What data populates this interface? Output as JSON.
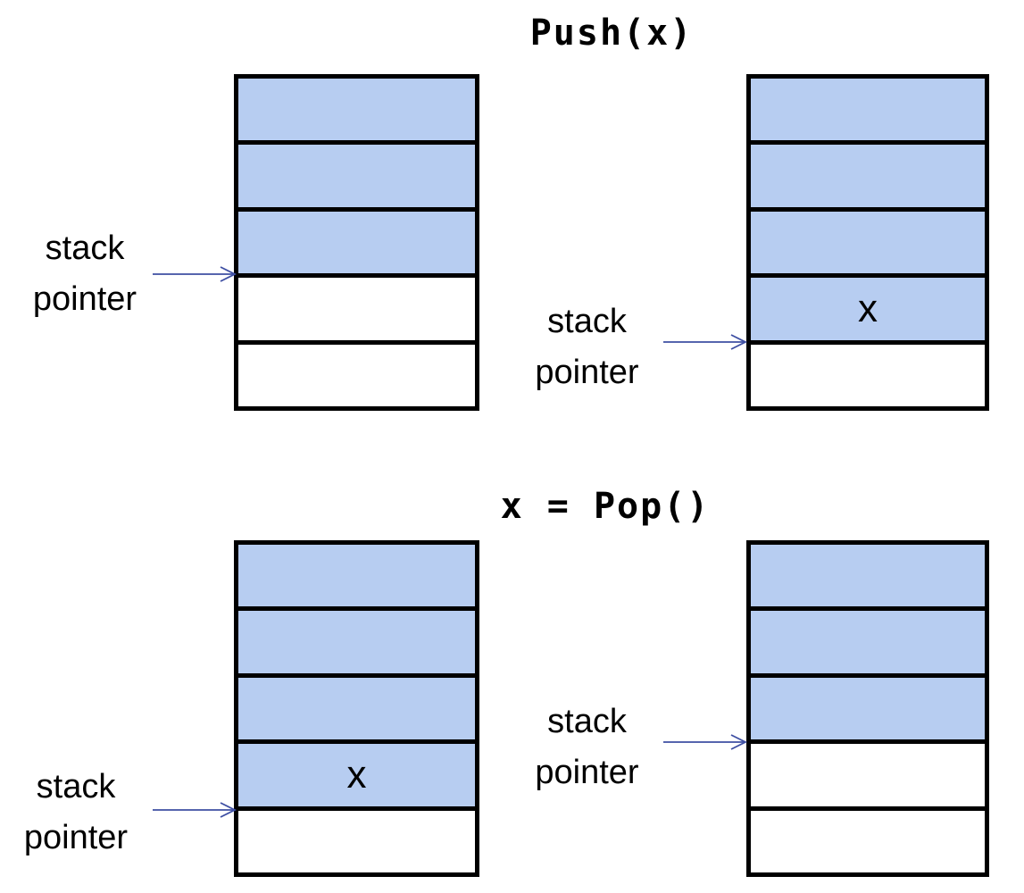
{
  "colors": {
    "background": "#ffffff",
    "cell_fill": "#b7cdf1",
    "cell_empty": "#ffffff",
    "stack_border": "#000000",
    "arrow": "#3e4fa3",
    "text": "#000000"
  },
  "pointer_label": {
    "line1": "stack",
    "line2": "pointer"
  },
  "sections": [
    {
      "title": "Push(x)",
      "stacks": [
        {
          "name": "push-before",
          "cells": [
            {
              "filled": true,
              "label": ""
            },
            {
              "filled": true,
              "label": ""
            },
            {
              "filled": true,
              "label": ""
            },
            {
              "filled": false,
              "label": ""
            },
            {
              "filled": false,
              "label": ""
            }
          ],
          "pointer_after_cell": 3
        },
        {
          "name": "push-after",
          "cells": [
            {
              "filled": true,
              "label": ""
            },
            {
              "filled": true,
              "label": ""
            },
            {
              "filled": true,
              "label": ""
            },
            {
              "filled": true,
              "label": "x"
            },
            {
              "filled": false,
              "label": ""
            }
          ],
          "pointer_after_cell": 4
        }
      ]
    },
    {
      "title": "x = Pop()",
      "stacks": [
        {
          "name": "pop-before",
          "cells": [
            {
              "filled": true,
              "label": ""
            },
            {
              "filled": true,
              "label": ""
            },
            {
              "filled": true,
              "label": ""
            },
            {
              "filled": true,
              "label": "x"
            },
            {
              "filled": false,
              "label": ""
            }
          ],
          "pointer_after_cell": 4
        },
        {
          "name": "pop-after",
          "cells": [
            {
              "filled": true,
              "label": ""
            },
            {
              "filled": true,
              "label": ""
            },
            {
              "filled": true,
              "label": ""
            },
            {
              "filled": false,
              "label": ""
            },
            {
              "filled": false,
              "label": ""
            }
          ],
          "pointer_after_cell": 3
        }
      ]
    }
  ]
}
